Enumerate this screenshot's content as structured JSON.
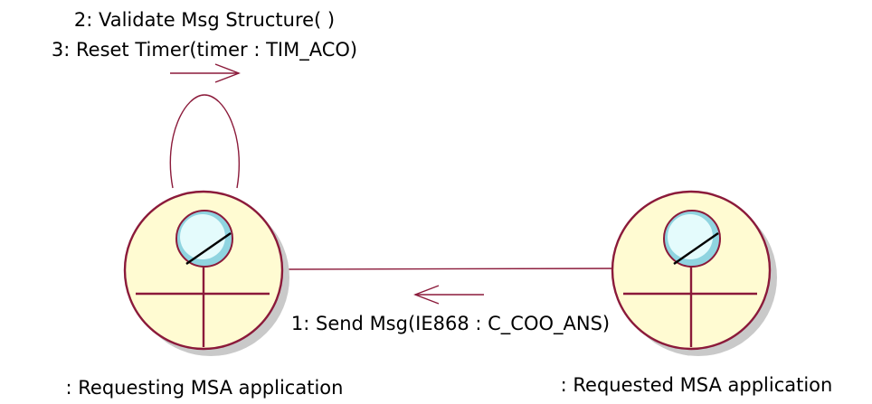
{
  "messages": {
    "self_call_1": "2: Validate Msg Structure( )",
    "self_call_2": "3: Reset Timer(timer : TIM_ACO)",
    "send": "1: Send Msg(IE868 : C_COO_ANS)"
  },
  "objects": {
    "requesting": {
      "name": ": Requesting MSA application",
      "icon": "actor-circle-icon"
    },
    "requested": {
      "name": ": Requested MSA application",
      "icon": "actor-circle-icon"
    }
  },
  "colors": {
    "line": "#8b1a3a",
    "actor_fill": "#fffbd2",
    "actor_shadow": "#c9c9c9",
    "head_fill": "#cdf6f8",
    "text": "#000000"
  }
}
